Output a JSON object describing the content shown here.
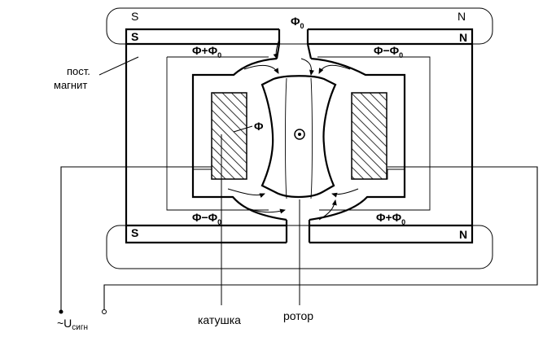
{
  "magnet": {
    "top_left_outer": "S",
    "top_right_outer": "N",
    "top_left_inner": "S",
    "top_right_inner": "N",
    "bottom_left_inner": "S",
    "bottom_right_inner": "N",
    "label_line1": "пост.",
    "label_line2": "магнит"
  },
  "flux": {
    "phi0_symbol": "Φ",
    "phi0_sub": "0",
    "top_left_main": "Φ+Φ",
    "top_left_sub": "0",
    "top_right_main": "Φ−Φ",
    "top_right_sub": "0",
    "bottom_left_main": "Φ−Φ",
    "bottom_left_sub": "0",
    "bottom_right_main": "Φ+Φ",
    "bottom_right_sub": "0",
    "coil_flux": "Φ"
  },
  "labels": {
    "signal_prefix": "~U",
    "signal_sub": "сигн",
    "coil": "катушка",
    "rotor": "ротор"
  }
}
